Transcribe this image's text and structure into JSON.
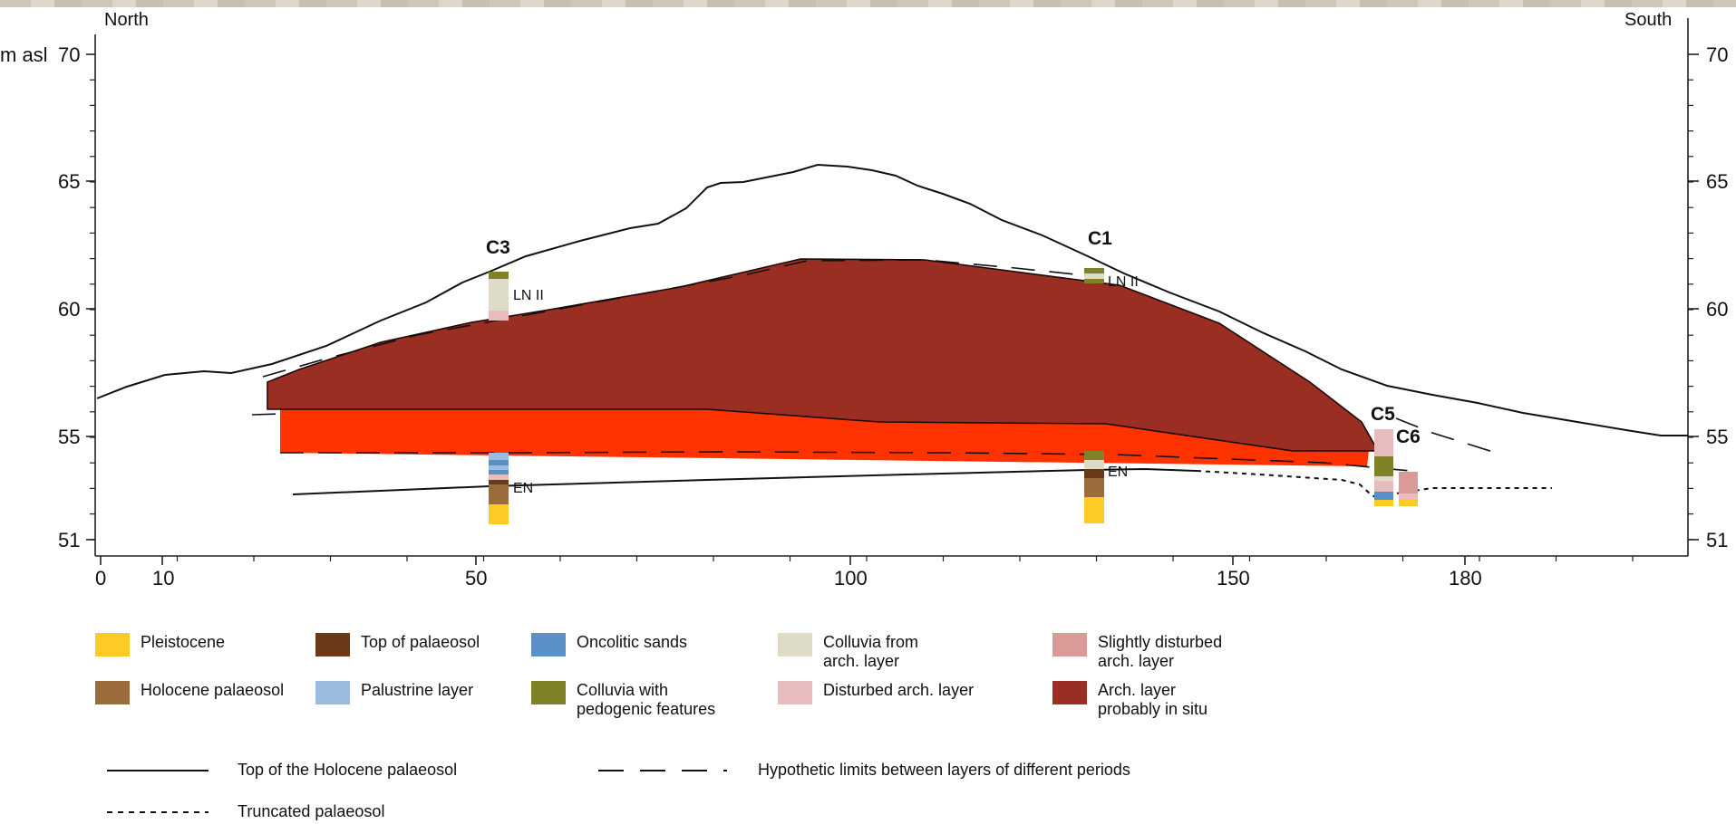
{
  "directions": {
    "left": "North",
    "right": "South"
  },
  "axes": {
    "y_unit": "m asl",
    "y_ticks": [
      70,
      65,
      60,
      55,
      51
    ],
    "x_ticks": [
      0,
      10,
      50,
      100,
      150,
      180
    ]
  },
  "cores": [
    {
      "name": "C3"
    },
    {
      "name": "C1"
    },
    {
      "name": "C5"
    },
    {
      "name": "C6"
    }
  ],
  "layer_labels": {
    "c3_upper": "LN II",
    "c1_upper": "LN II",
    "c3_lower": "EN",
    "c1_lower": "EN"
  },
  "legend": {
    "swatches": [
      {
        "label": "Pleistocene",
        "color": "#fdcb25"
      },
      {
        "label": "Holocene palaeosol",
        "color": "#9a6c3c"
      },
      {
        "label": "Top of palaeosol",
        "color": "#6a3a18"
      },
      {
        "label": "Palustrine layer",
        "color": "#9cbbe0"
      },
      {
        "label": "Oncolitic sands",
        "color": "#5a8fc8"
      },
      {
        "label": "Colluvia with\npedogenic features",
        "color": "#808228"
      },
      {
        "label": "Colluvia from\narch. layer",
        "color": "#dedbc7"
      },
      {
        "label": "Disturbed arch. layer",
        "color": "#e8bcbc"
      },
      {
        "label": "Slightly disturbed\narch. layer",
        "color": "#d99a98"
      },
      {
        "label": "Arch. layer\nprobably in situ",
        "color": "#9a2e22"
      }
    ],
    "lines": [
      {
        "label": "Top of the Holocene palaeosol",
        "style": "solid"
      },
      {
        "label": "Hypothetic limits between layers of different periods",
        "style": "long-dash"
      },
      {
        "label": "Truncated palaeosol",
        "style": "dotted"
      }
    ]
  },
  "colors": {
    "arch_layer_in_situ": "#9a2e22",
    "orange_layer": "#ff3300"
  }
}
